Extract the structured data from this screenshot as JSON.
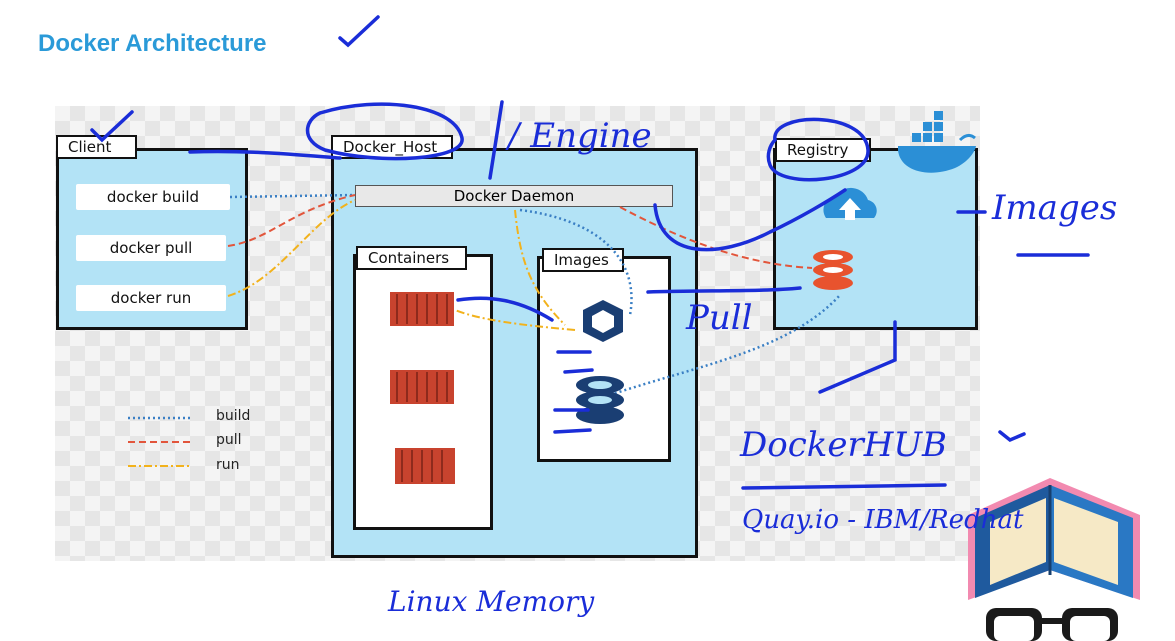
{
  "title": "Docker Architecture",
  "client": {
    "label": "Client",
    "commands": [
      "docker build",
      "docker pull",
      "docker run"
    ]
  },
  "docker_host": {
    "label": "Docker_Host",
    "daemon": "Docker Daemon",
    "containers_label": "Containers",
    "images_label": "Images"
  },
  "registry": {
    "label": "Registry"
  },
  "legend": {
    "items": [
      "build",
      "pull",
      "run"
    ]
  },
  "colors": {
    "title": "#2a9ad8",
    "panel": "#b3e3f6",
    "build": "#3a7fc4",
    "pull": "#e2553b",
    "run": "#f2b21c",
    "ink": "#1a2dd8"
  },
  "annotations": {
    "engine": "/ Engine",
    "images": "Images",
    "pull": "Pull",
    "dockerhub": "DockerHUB",
    "quay": "Quay.io - IBM/Redhat",
    "linux": "Linux Memory"
  }
}
